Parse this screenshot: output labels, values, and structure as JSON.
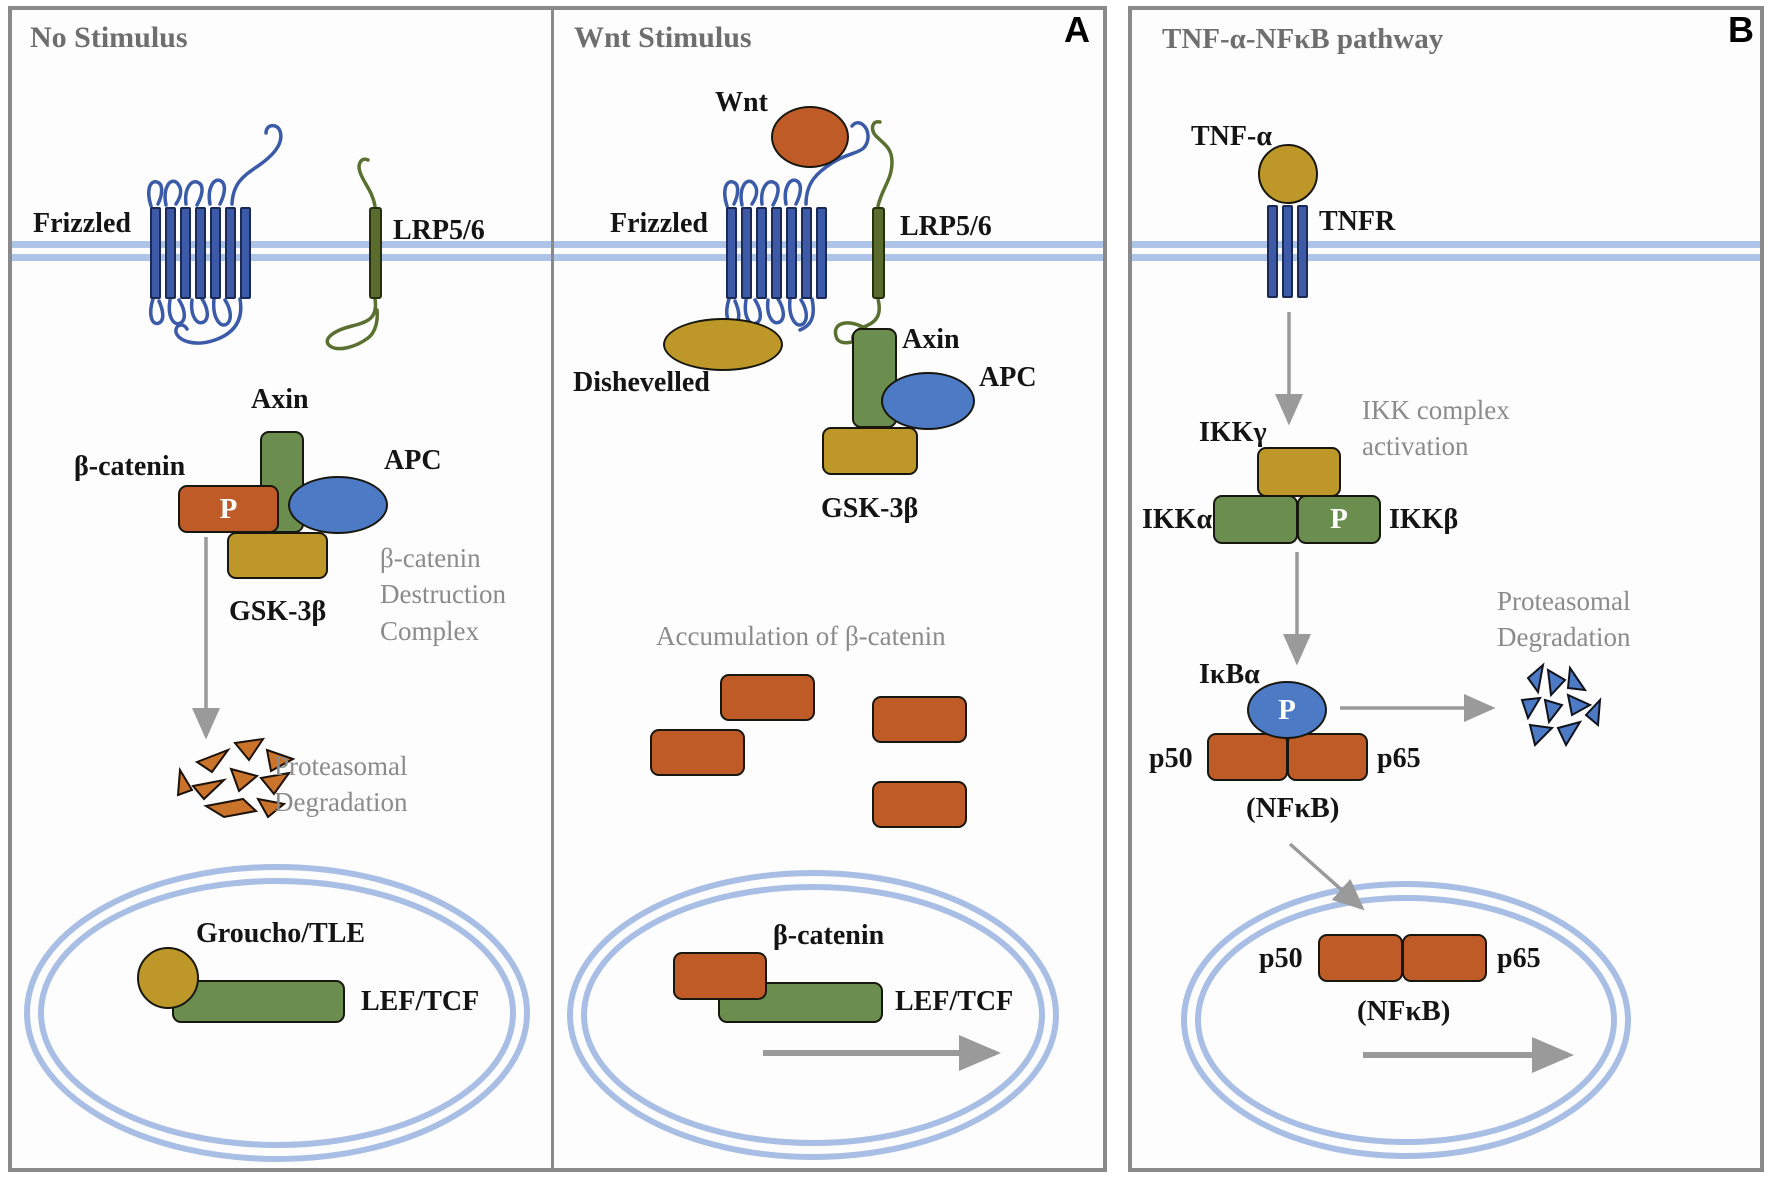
{
  "panel_a": {
    "corner_label": "A",
    "no_stimulus": {
      "title": "No Stimulus",
      "frizzled_label": "Frizzled",
      "lrp_label": "LRP5/6",
      "axin_label": "Axin",
      "beta_catenin_label": "β-catenin",
      "phospho_label": "P",
      "apc_label": "APC",
      "gsk_label": "GSK-3β",
      "destruction_note": "β-catenin\nDestruction\nComplex",
      "degradation_note": "Proteasomal\nDegradation",
      "groucho_label": "Groucho/TLE",
      "lef_tcf_label": "LEF/TCF"
    },
    "wnt_stimulus": {
      "title": "Wnt Stimulus",
      "wnt_label": "Wnt",
      "frizzled_label": "Frizzled",
      "lrp_label": "LRP5/6",
      "dishevelled_label": "Dishevelled",
      "axin_label": "Axin",
      "apc_label": "APC",
      "gsk_label": "GSK-3β",
      "accumulation_note": "Accumulation of β-catenin",
      "beta_catenin_label": "β-catenin",
      "lef_tcf_label": "LEF/TCF"
    }
  },
  "panel_b": {
    "corner_label": "B",
    "title": "TNF-α-NFκB pathway",
    "tnf_alpha_label": "TNF-α",
    "tnfr_label": "TNFR",
    "ikk_note": "IKK complex\nactivation",
    "ikk_gamma_label": "IKKγ",
    "ikk_alpha_label": "IKKα",
    "ikk_beta_label": "IKKβ",
    "phospho_label": "P",
    "ikb_alpha_label": "IκBα",
    "p50_label": "p50",
    "p65_label": "p65",
    "nfkb_label": "(NFκB)",
    "degradation_note": "Proteasomal\nDegradation",
    "nucleus": {
      "p50_label": "p50",
      "p65_label": "p65",
      "nfkb_label": "(NFκB)"
    }
  },
  "colors": {
    "membrane": "#aec3e8",
    "nucleus_ring": "#a9bee4",
    "orange": "#bf5b26",
    "green": "#6b8e4e",
    "gold": "#bd9828",
    "receptor_blue": "#3d5aa8",
    "protein_blue": "#4d7ac5",
    "olive": "#5a6b2e",
    "arrow_gray": "#9a9a9a",
    "note_gray": "#8b8b8b",
    "title_gray": "#6e6e6e",
    "border_gray": "#8a8a8a"
  }
}
